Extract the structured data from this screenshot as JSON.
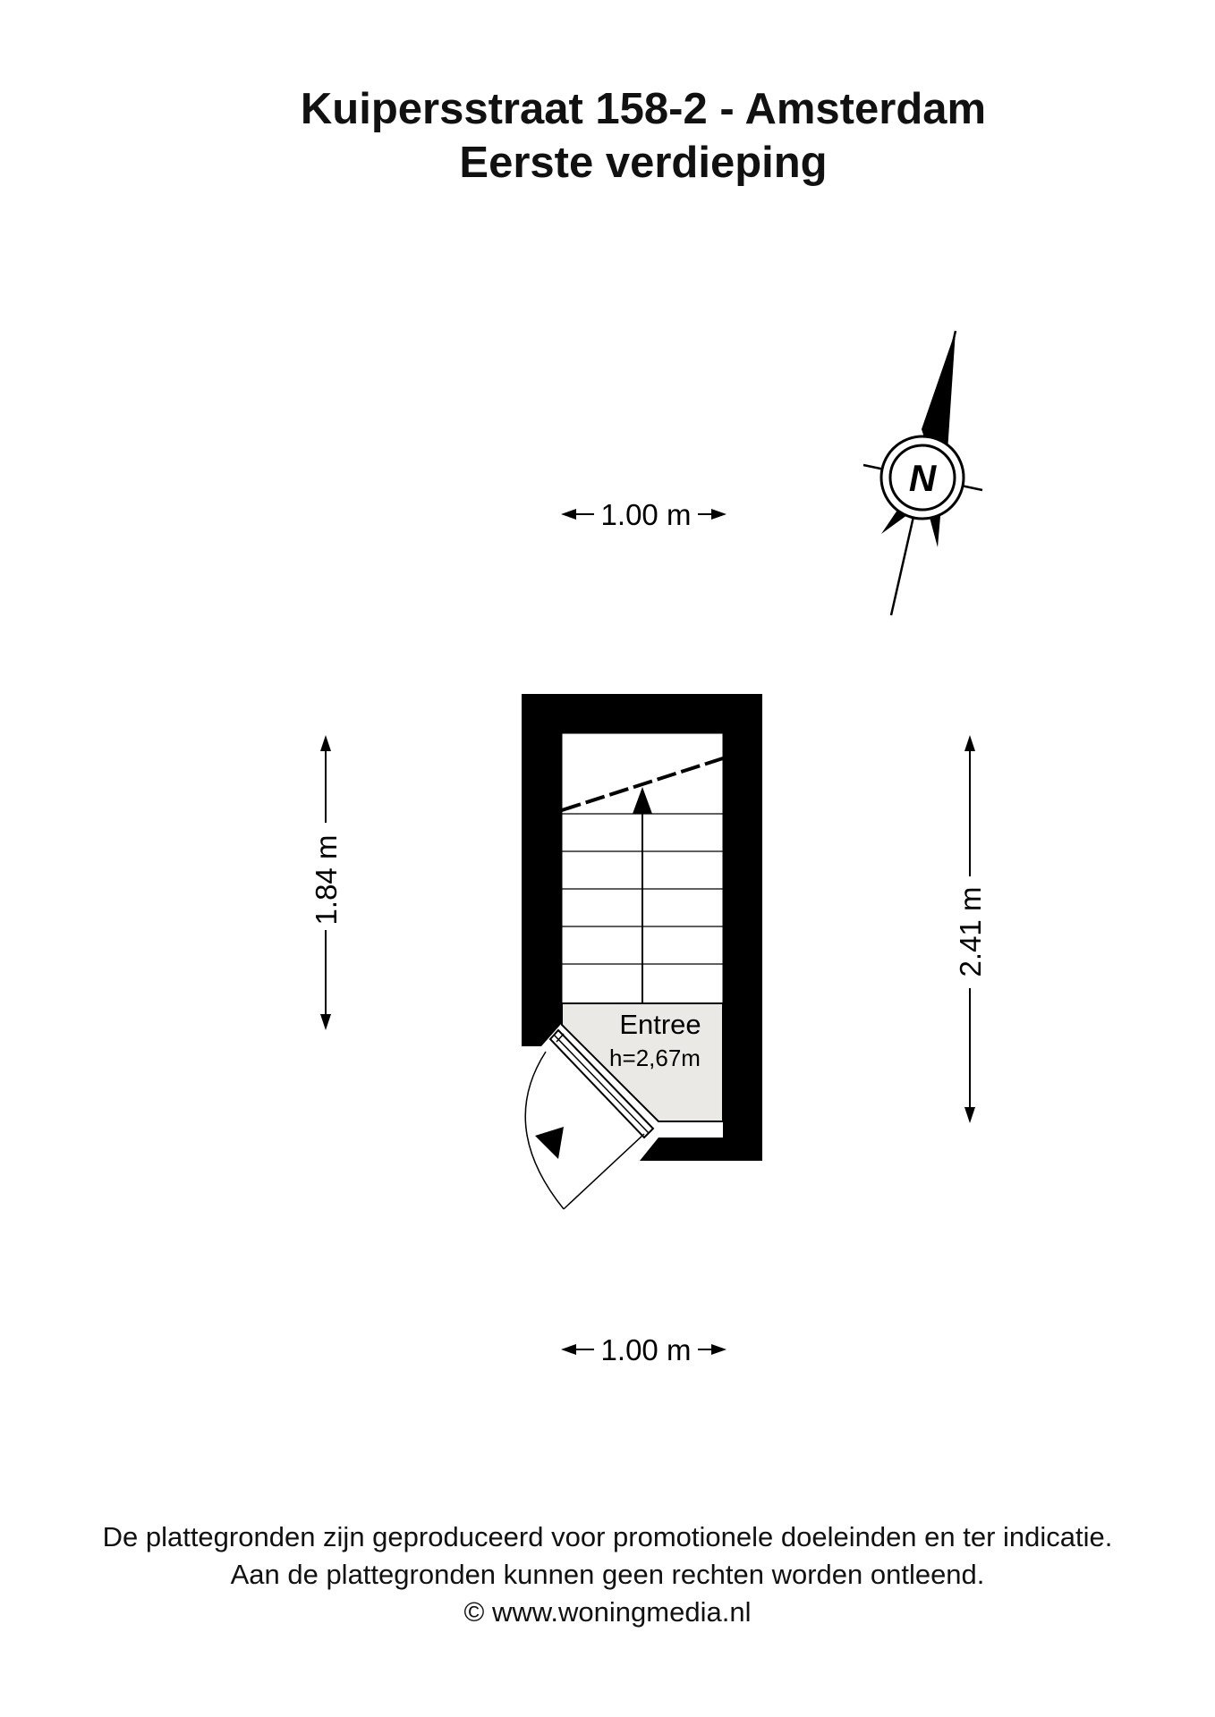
{
  "header": {
    "title": "Kuipersstraat 158-2 - Amsterdam",
    "subtitle": "Eerste verdieping"
  },
  "dimensions": {
    "top_width": "1.00 m",
    "bottom_width": "1.00 m",
    "left_height": "1.84 m",
    "right_height": "2.41 m"
  },
  "room": {
    "name": "Entree",
    "height": "h=2,67m"
  },
  "compass": {
    "label": "N",
    "icon": "north-arrow-icon"
  },
  "footer": {
    "line1": "De plattegronden zijn geproduceerd voor promotionele doeleinden en ter indicatie.",
    "line2": "Aan de plattegronden kunnen geen rechten worden ontleend.",
    "line3": "© www.woningmedia.nl"
  },
  "colors": {
    "wall": "#000000",
    "room_fill": "#ebe9e5",
    "line": "#000000"
  }
}
